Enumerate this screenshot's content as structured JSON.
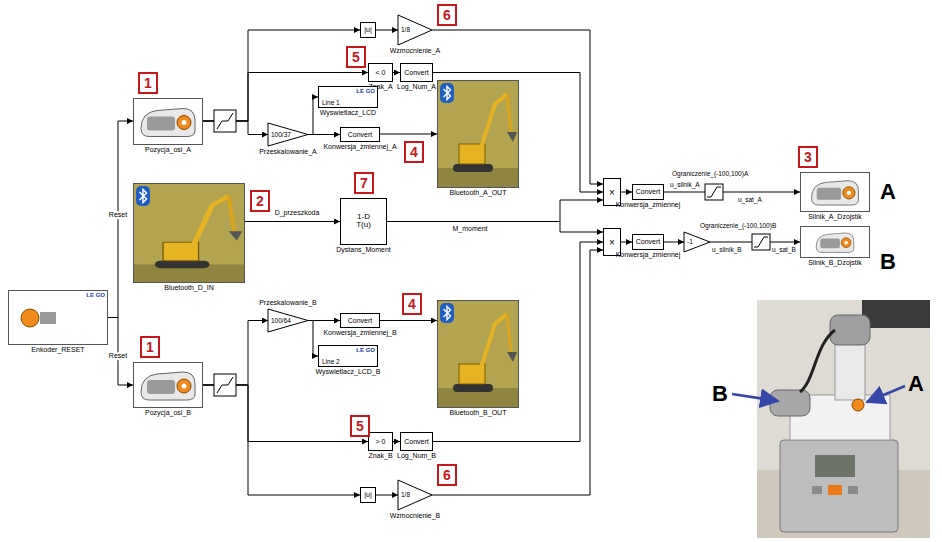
{
  "diagram": {
    "nodes": [
      {
        "text": [
          "LE GO",
          "Enkoder_RESET"
        ]
      },
      {
        "text": [
          "Pozycja_osi_A"
        ]
      },
      {
        "text": [
          "|u|"
        ]
      },
      {
        "text": [
          "1/8",
          "Wzmocnienie_A"
        ]
      },
      {
        "text": [
          "< 0",
          "Znak_A"
        ]
      },
      {
        "text": [
          "Convert",
          "Log_Num_A"
        ]
      },
      {
        "text": [
          "LE GO",
          "Line 1",
          "Wyswietlacz_LCD"
        ]
      },
      {
        "text": [
          "100/37",
          "Przeskalowanie_A"
        ]
      },
      {
        "text": [
          "Convert",
          "Konwersja_zmiennej_A"
        ]
      },
      {
        "text": [
          "Bluetooth_A_OUT"
        ]
      },
      {
        "text": [
          "Bluetooth_D_IN"
        ]
      },
      {
        "text": [
          "1-D T(u)",
          "Dystans_Moment"
        ]
      },
      {
        "text": [
          "Pozycja_osi_B"
        ]
      },
      {
        "text": [
          "100/64",
          "Przeskalowanie_B"
        ]
      },
      {
        "text": [
          "Convert",
          "Konwersja_zmiennej_B"
        ]
      },
      {
        "text": [
          "LE GO",
          "Line 2",
          "Wyswietlacz_LCD_B"
        ]
      },
      {
        "text": [
          "Bluetooth_B_OUT"
        ]
      },
      {
        "text": [
          "> 0",
          "Znak_B"
        ]
      },
      {
        "text": [
          "Convert",
          "Log_Num_B"
        ]
      },
      {
        "text": [
          "|u|"
        ]
      },
      {
        "text": [
          "1/8",
          "Wzmocnienie_B"
        ]
      },
      {
        "text": [
          "×"
        ]
      },
      {
        "text": [
          "Convert",
          "Konwersja_zmiennej"
        ]
      },
      {
        "text": [
          "Silnik_A_Dzojstik"
        ]
      },
      {
        "text": [
          "×"
        ]
      },
      {
        "text": [
          "Convert",
          "Konwersja_zmiennej"
        ]
      },
      {
        "text": [
          "-1"
        ]
      },
      {
        "text": [
          "Silnik_B_Dzojstik"
        ]
      }
    ],
    "edges": [
      {
        "from": 0,
        "to": 1,
        "arrow": "to",
        "label": "Reset"
      },
      {
        "from": 0,
        "to": 12,
        "arrow": "to",
        "label": "Reset"
      },
      {
        "from": 1,
        "to": 2,
        "arrow": "to"
      },
      {
        "from": 1,
        "to": 4,
        "arrow": "to"
      },
      {
        "from": 1,
        "to": 7,
        "arrow": "to"
      },
      {
        "from": 2,
        "to": 3,
        "arrow": "to"
      },
      {
        "from": 3,
        "to": 21,
        "arrow": "to"
      },
      {
        "from": 4,
        "to": 5,
        "arrow": "to"
      },
      {
        "from": 5,
        "to": 21,
        "arrow": "to"
      },
      {
        "from": 7,
        "to": 6,
        "arrow": "to"
      },
      {
        "from": 7,
        "to": 8,
        "arrow": "to"
      },
      {
        "from": 8,
        "to": 9,
        "arrow": "to"
      },
      {
        "from": 10,
        "to": 11,
        "arrow": "to",
        "label": "D_przeszkoda"
      },
      {
        "from": 11,
        "to": 21,
        "arrow": "to",
        "label": "M_moment"
      },
      {
        "from": 11,
        "to": 24,
        "arrow": "to"
      },
      {
        "from": 12,
        "to": 13,
        "arrow": "to"
      },
      {
        "from": 12,
        "to": 17,
        "arrow": "to"
      },
      {
        "from": 12,
        "to": 19,
        "arrow": "to"
      },
      {
        "from": 13,
        "to": 14,
        "arrow": "to"
      },
      {
        "from": 13,
        "to": 15,
        "arrow": "to"
      },
      {
        "from": 14,
        "to": 16,
        "arrow": "to"
      },
      {
        "from": 17,
        "to": 18,
        "arrow": "to"
      },
      {
        "from": 18,
        "to": 24,
        "arrow": "to"
      },
      {
        "from": 19,
        "to": 20,
        "arrow": "to"
      },
      {
        "from": 20,
        "to": 24,
        "arrow": "to"
      },
      {
        "from": 21,
        "to": 22,
        "arrow": "to"
      },
      {
        "from": 22,
        "to": 23,
        "arrow": "to"
      },
      {
        "from": 24,
        "to": 25,
        "arrow": "to"
      },
      {
        "from": 25,
        "to": 26,
        "arrow": "to"
      },
      {
        "from": 26,
        "to": 27,
        "arrow": "to"
      }
    ],
    "labels": [
      "1",
      "1",
      "2",
      "3",
      "4",
      "4",
      "5",
      "5",
      "6",
      "6",
      "7",
      "A",
      "B",
      "u_silnik_A",
      "Ograniczenie_(-100,100)A",
      "u_sat_A",
      "u_silnik_B",
      "Ograniczenie_(-100,100)B",
      "u_sat_B",
      "B",
      "A"
    ]
  }
}
